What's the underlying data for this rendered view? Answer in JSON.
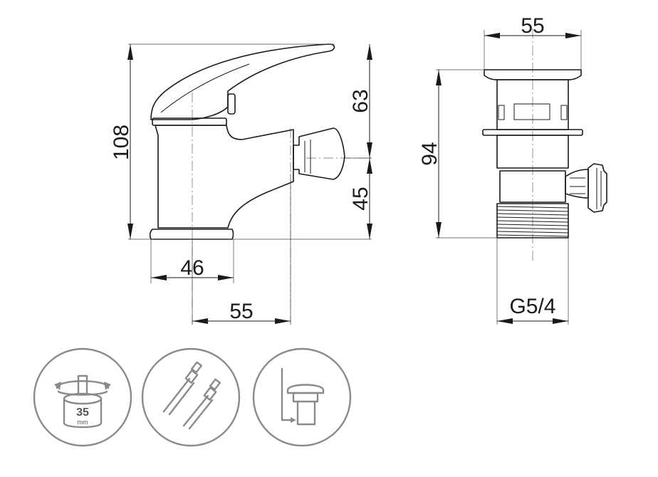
{
  "front_view": {
    "height_total": "108",
    "height_upper": "63",
    "height_lower": "45",
    "base_width": "46",
    "spout_reach": "55"
  },
  "valve_view": {
    "top_width": "55",
    "height": "94",
    "thread": "G5/4"
  },
  "icons": [
    {
      "name": "cartridge-35mm-icon",
      "label_value": "35",
      "label_unit": "mm"
    },
    {
      "name": "flexible-hoses-icon"
    },
    {
      "name": "pop-up-waste-icon"
    }
  ],
  "colors": {
    "line": "#1a1a1a",
    "icon_gray": "#8a8a8a"
  }
}
